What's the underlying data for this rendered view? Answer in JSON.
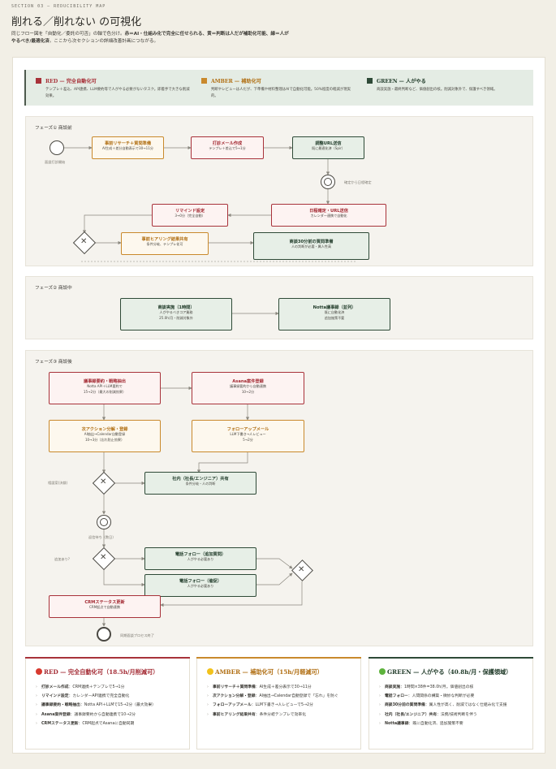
{
  "header": {
    "section_label": "SECTION 03 — REDUCIBILITY MAP",
    "title": "削れる／削れない の可視化",
    "lead_1": "同じフロー図を「自動化／委託の可否」の軸で色分け。",
    "lead_2": "赤＝AI・仕組み化で完全に任せられる、黄＝判断は人だが補助化可能、緑＝人が",
    "lead_3": "やるべき/最適化済",
    "lead_4": "。ここから次セクションの詳細改善計画につながる。"
  },
  "colors": {
    "red": "#a8323a",
    "amber": "#c9892c",
    "green": "#2e4a37"
  },
  "legend": [
    {
      "title": "RED — 完全自動化可",
      "desc": "テンプレ＋差込、API連携、LLM要約等で人がやる必要がないタスク。即着手で大きな削減効果。",
      "color": "#a8323a"
    },
    {
      "title": "AMBER — 補助化可",
      "desc": "判断やレビューは人だが、下準備や材料整理はAIで自動化可能。50%程度の軽減が現実的。",
      "color": "#c9892c"
    },
    {
      "title": "GREEN — 人がやる",
      "desc": "商談実施・最終判断など、価値創出の核。削減対象外で、保護すべき領域。",
      "color": "#2e4a37"
    }
  ],
  "phase1": {
    "label": "フェーズ① 商談前",
    "start_note": "面談打診開始",
    "wait_note": "確定から日程確定",
    "boxes": [
      {
        "title": "事前リサーチ＋質問準備",
        "desc": "AI生成＋差分自動表示で30→11分"
      },
      {
        "title": "打診メール作成",
        "desc": "テンプレ＋差込で5→1分"
      },
      {
        "title": "調整URL送信",
        "desc": "既に最適化済（Spir）"
      },
      {
        "title": "日程確定・URL送信",
        "desc": "カレンダー連携で自動化"
      },
      {
        "title": "リマインド設定",
        "desc": "3→0分（完全自動）"
      },
      {
        "title": "事前ヒアリング結果共有",
        "desc": "条件分岐、テンプレ化可"
      },
      {
        "title": "商談30分前の質問準備",
        "desc": "人の判断が必要・属人性高"
      }
    ]
  },
  "phase2": {
    "label": "フェーズ② 商談中",
    "boxes": [
      {
        "title": "商談実施（1時間）",
        "desc1": "人がやるべきコア業務",
        "desc2": "25.0h/月・削減対象外"
      },
      {
        "title": "Notta議事録（並列）",
        "desc1": "既に自動化済",
        "desc2": "追加施策不要"
      }
    ]
  },
  "phase3": {
    "label": "フェーズ③ 商談後",
    "notes": {
      "approach": "相談案(決裁)",
      "wait": "返信待ち（数日）",
      "additional": "追加あり?",
      "end": "同期面談プロセス終了"
    },
    "boxes": [
      {
        "title": "議事録要約・戦略抽出",
        "desc1": "Notta API＋LLM要約で",
        "desc2": "15→2分（最大の削減効果）"
      },
      {
        "title": "Asana案件登録",
        "desc1": "議事録要約から自動連携",
        "desc2": "10→2分"
      },
      {
        "title": "次アクション分解・登録",
        "desc1": "AI抽出→Calendar自動登録",
        "desc2": "10→3分（忘れ防止効果）"
      },
      {
        "title": "フォローアップメール",
        "desc1": "LLM下書き→人レビュー",
        "desc2": "5→2分"
      },
      {
        "title": "社内（社長/エンジニア）共有",
        "desc1": "条件分岐・人の判断",
        "desc2": ""
      },
      {
        "title": "電話フォロー（追加質問）",
        "desc1": "人がやる必要あり",
        "desc2": ""
      },
      {
        "title": "電話フォロー（催促）",
        "desc1": "人がやる必要あり",
        "desc2": ""
      },
      {
        "title": "CRMステータス更新",
        "desc1": "CRM起点で自動連携",
        "desc2": ""
      }
    ]
  },
  "summary": {
    "red": {
      "title": "RED — 完全自動化可（18.5h/月削減可）",
      "items": [
        {
          "k": "打診メール作成",
          "v": "：CRM連携＋テンプレで5→1分"
        },
        {
          "k": "リマインド設定",
          "v": "：カレンダーAPI連携で完全自動化"
        },
        {
          "k": "議事録要約・戦略抽出",
          "v": "：Notta API＋LLMで15→2分（最大効果）"
        },
        {
          "k": "Asana案件登録",
          "v": "：議事録要約から自動連携で10→2分"
        },
        {
          "k": "CRMステータス更新",
          "v": "：CRM起点でAsanaに自動同期"
        }
      ]
    },
    "amber": {
      "title": "AMBER — 補助化可（15h/月軽減可）",
      "items": [
        {
          "k": "事前リサーチ＋質問準備",
          "v": "：AI生成＋差分表示で30→11分"
        },
        {
          "k": "次アクション分解・登録",
          "v": "：AI抽出→Calendar自動登録で「忘れ」を防ぐ"
        },
        {
          "k": "フォローアップメール",
          "v": "：LLM下書き→人レビューで5→2分"
        },
        {
          "k": "事前ヒアリング結果共有",
          "v": "：条件分岐テンプレで効率化"
        }
      ]
    },
    "green": {
      "title": "GREEN — 人がやる（40.8h/月・保護領域）",
      "items": [
        {
          "k": "商談実施",
          "v": "：1時間×38件=38.0h/月。価値創出の核"
        },
        {
          "k": "電話フォロー",
          "v": "：人間関係の構築・微妙な判断が必要"
        },
        {
          "k": "商談30分前の質問準備",
          "v": "：属人性が高く、削減ではなく仕組み化で支援"
        },
        {
          "k": "社内（社長/エンジニア）共有",
          "v": "：法務/技術判断を伴う"
        },
        {
          "k": "Notta議事録",
          "v": "：既に自動化済、追加施策不要"
        }
      ]
    }
  }
}
